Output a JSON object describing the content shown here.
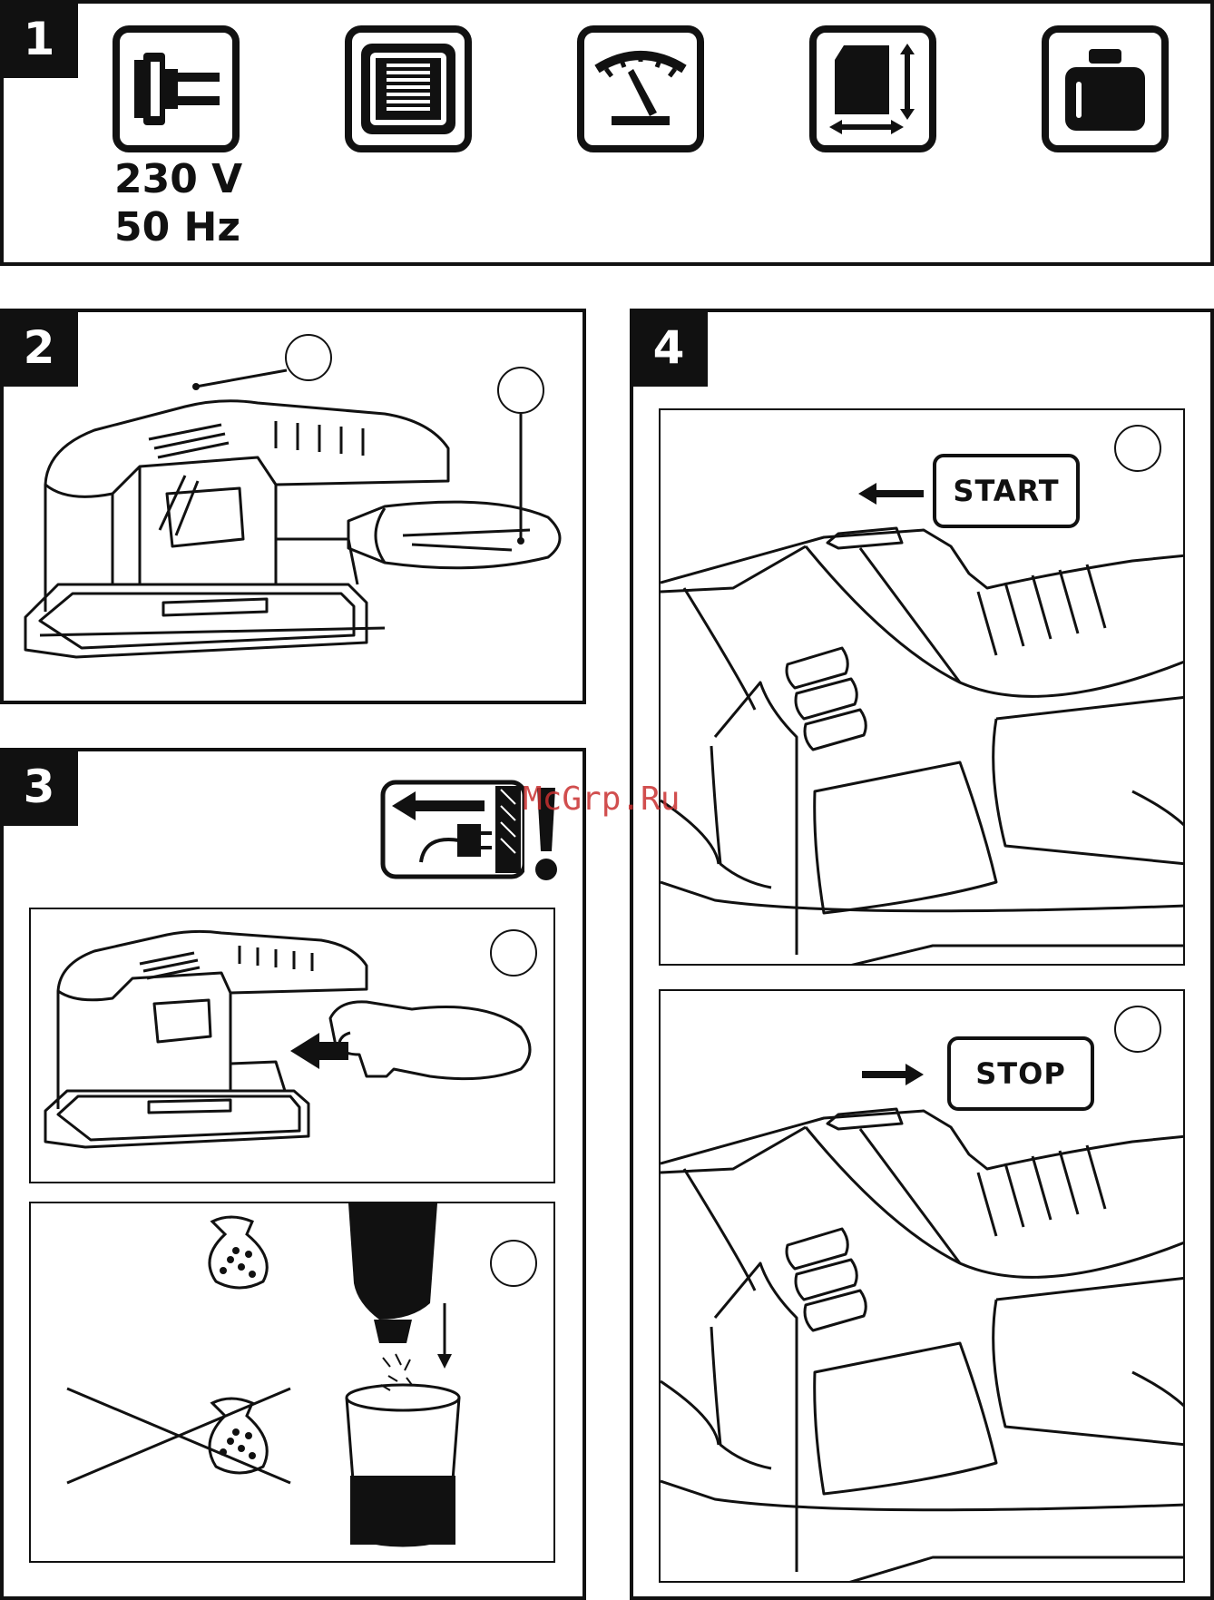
{
  "panels": {
    "p1": {
      "number": "1",
      "voltage_line1": "230 V",
      "voltage_line2": "50 Hz",
      "icons": [
        "power-plug-icon",
        "sanding-plate-icon",
        "speed-gauge-icon",
        "sheet-size-icon",
        "weight-icon"
      ]
    },
    "p2": {
      "number": "2"
    },
    "p3": {
      "number": "3"
    },
    "p4": {
      "number": "4",
      "start_label": "START",
      "stop_label": "STOP"
    }
  },
  "watermark": "McGrp.Ru",
  "colors": {
    "ink": "#111111",
    "watermark": "#c93030"
  }
}
